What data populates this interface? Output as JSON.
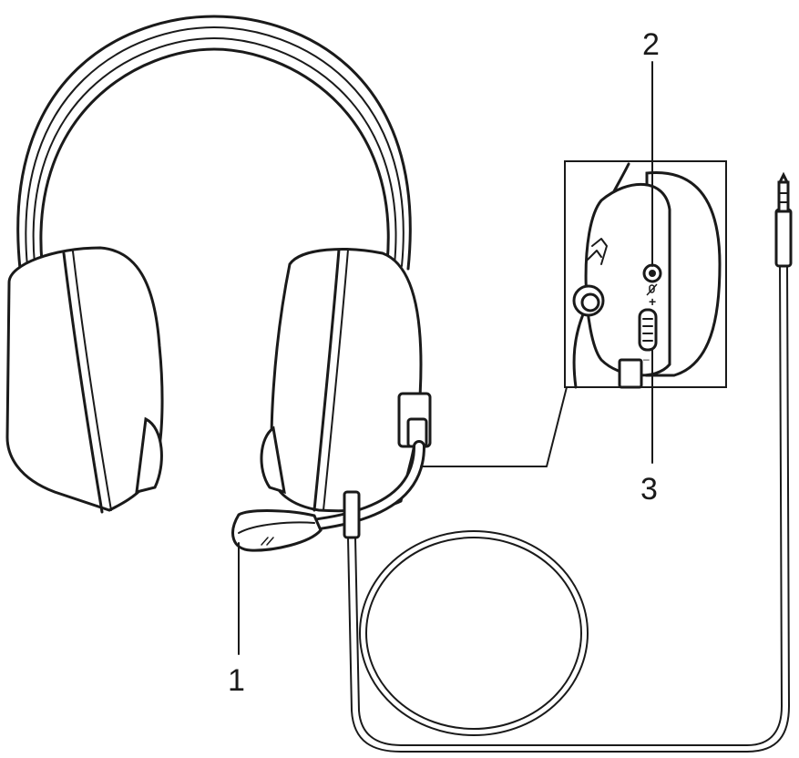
{
  "figure": {
    "subject": "headset-with-detachable-mic",
    "callouts": [
      {
        "id": "mic",
        "number": "1"
      },
      {
        "id": "mute-switch",
        "number": "2"
      },
      {
        "id": "volume-wheel",
        "number": "3"
      }
    ],
    "inset": {
      "symbols": [
        "mic-mute-symbol",
        "plus-sign",
        "minus-sign"
      ],
      "plus": "+",
      "minus": "–"
    },
    "colors": {
      "ink": "#1a1a1a",
      "background": "#ffffff"
    }
  }
}
